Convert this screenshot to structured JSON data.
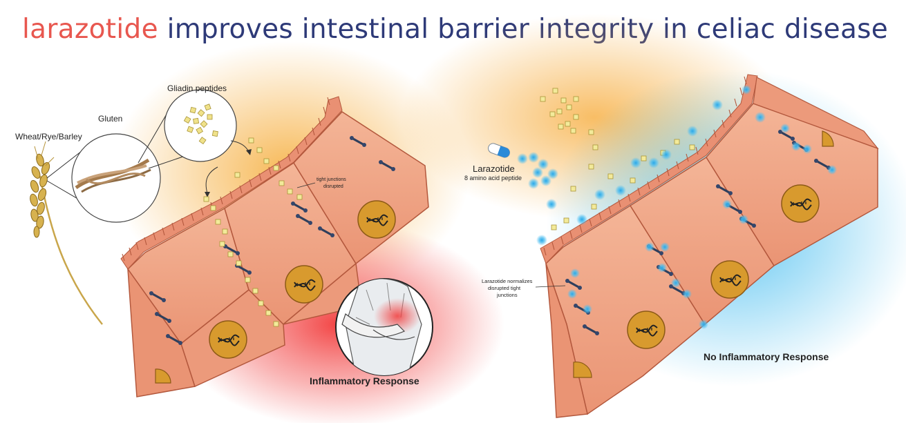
{
  "title": {
    "highlight": "larazotide",
    "rest": " improves intestinal barrier integrity in celiac disease",
    "highlight_color": "#e8574f",
    "rest_color": "#2e3a78"
  },
  "left_panel": {
    "grain_label": "Wheat/Rye/Barley",
    "gluten_label": "Gluten",
    "gliadin_label": "Gliadin peptides",
    "tj_label_line1": "tight junctions",
    "tj_label_line2": "disrupted",
    "outcome_label": "Inflammatory Response"
  },
  "right_panel": {
    "drug_label": "Larazotide",
    "drug_sublabel": "8 amino acid peptide",
    "note_line1": "Larazotide normalizes",
    "note_line2": "disrupted tight",
    "note_line3": "junctions",
    "outcome_label": "No Inflammatory Response"
  },
  "colors": {
    "cell": "#f0a585",
    "cell_edge": "#b3583d",
    "nucleus": "#d89a2e",
    "peptide": "#f3ea9a",
    "inflammation": "#f23a3a",
    "larazotide_glow": "#3ab8ee",
    "warm_glow": "#f6b042"
  },
  "icons": [
    "wheat-icon",
    "capsule-icon",
    "dna-icon",
    "tight-junction-icon",
    "patient-illustration"
  ]
}
